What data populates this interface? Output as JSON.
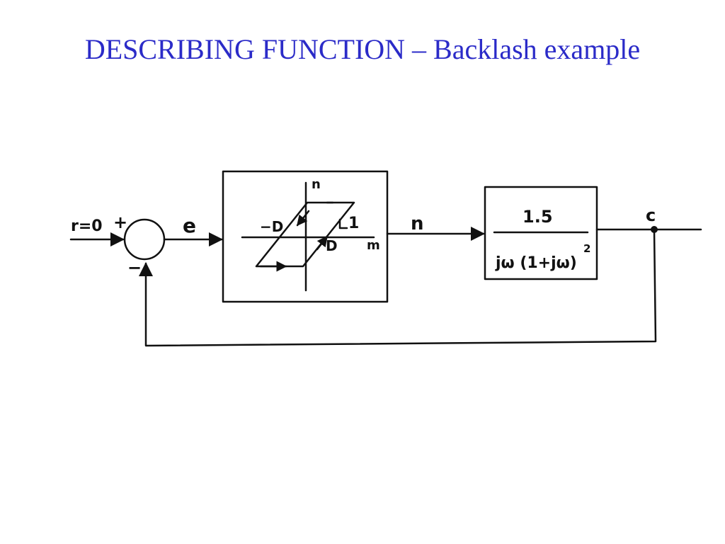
{
  "title": "DESCRIBING FUNCTION – Backlash example",
  "colors": {
    "title": "#2b2bc8",
    "ink": "#111111",
    "background": "#ffffff"
  },
  "diagram": {
    "input_label": "r=0",
    "plus_sign": "+",
    "minus_sign": "−",
    "error_label": "e",
    "backlash": {
      "vertical_axis_label": "n",
      "horizontal_axis_label": "m",
      "neg_deadband_label": "−D",
      "pos_deadband_label": "D",
      "slope_label": "1"
    },
    "intermediate_label": "n",
    "plant": {
      "numerator": "1.5",
      "denominator": "jω (1+jω)",
      "exponent": "2"
    },
    "output_label": "c"
  }
}
